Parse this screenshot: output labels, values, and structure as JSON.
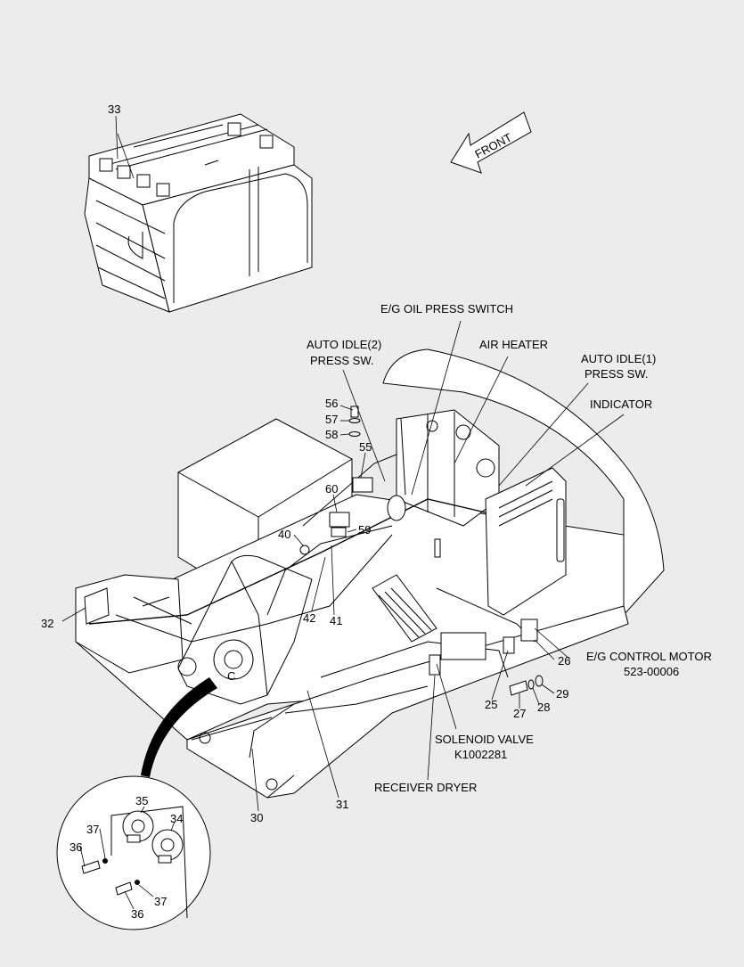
{
  "labels": {
    "eg_oil_press_switch": "E/G OIL PRESS SWITCH",
    "auto_idle2": [
      "AUTO IDLE(2)",
      "PRESS SW."
    ],
    "air_heater": "AIR HEATER",
    "auto_idle1": [
      "AUTO IDLE(1)",
      "PRESS SW."
    ],
    "indicator": "INDICATOR",
    "eg_control_motor": [
      "E/G CONTROL MOTOR",
      "523-00006"
    ],
    "solenoid_valve": [
      "SOLENOID VALVE",
      "K1002281"
    ],
    "receiver_dryer": "RECEIVER DRYER",
    "front": "FRONT",
    "detail_c": "C"
  },
  "part_numbers": {
    "p33": "33",
    "p56": "56",
    "p57": "57",
    "p58": "58",
    "p55": "55",
    "p60": "60",
    "p59": "59",
    "p40": "40",
    "p42": "42",
    "p41": "41",
    "p32": "32",
    "p26": "26",
    "p25": "25",
    "p27": "27",
    "p28": "28",
    "p29": "29",
    "p31": "31",
    "p30": "30",
    "p35": "35",
    "p34": "34",
    "p37a": "37",
    "p36a": "36",
    "p37b": "37",
    "p36b": "36"
  }
}
